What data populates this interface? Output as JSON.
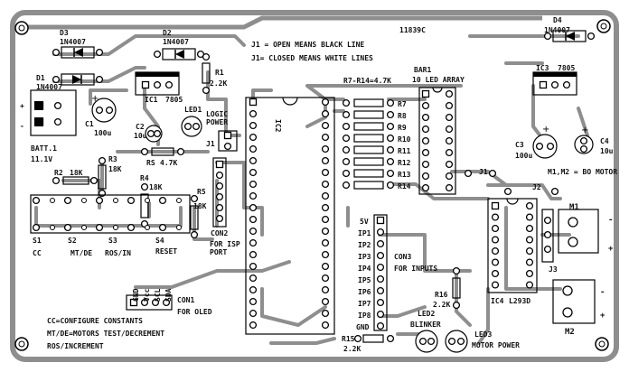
{
  "board": {
    "code": "11839C",
    "notes": [
      "J1 = OPEN MEANS BLACK LINE",
      "J1= CLOSED MEANS WHITE LINES"
    ],
    "legend": [
      "CC=CONFIGURE CONSTANTS",
      "MT/DE=MOTORS TEST/DECREMENT",
      "ROS/INCREMENT"
    ],
    "motor_note": "M1,M2 = BO MOTOR"
  },
  "diodes": {
    "d1": "D1",
    "d1_part": "1N4007",
    "d2": "D2",
    "d2_part": "1N4007",
    "d3": "D3",
    "d3_part": "1N4007",
    "d4": "D4",
    "d4_part": "1N4007"
  },
  "battery": {
    "name": "BATT.1",
    "voltage": "11.1V",
    "plus": "+",
    "minus": "-"
  },
  "regulators": {
    "ic1": "IC1",
    "ic1_part": "7805",
    "ic3": "IC3",
    "ic3_part": "7805"
  },
  "resistors": {
    "r1": "R1",
    "r1_val": "2.2K",
    "r2": "R2",
    "r2_val": "18K",
    "r3": "R3",
    "r3_val": "18K",
    "r4": "R4",
    "r4_val": "18K",
    "r5": "R5",
    "r5_val": "18K",
    "r_note": "R7-R14=4.7K",
    "rs": "RS",
    "rs_val": "4.7K",
    "r15": "R15",
    "r15_val": "2.2K",
    "r16": "R16",
    "r16_val": "2.2K",
    "array": [
      "R7",
      "R8",
      "R9",
      "R10",
      "R11",
      "R12",
      "R13",
      "R14"
    ]
  },
  "capacitors": {
    "c1": "C1",
    "c1_val": "100u",
    "c2": "C2",
    "c2_val": "10u",
    "c3": "C3",
    "c3_val": "100u",
    "c4": "C4",
    "c4_val": "10u"
  },
  "leds": {
    "led1": "LED1",
    "led1_label": "LOGIC POWER",
    "led2": "LED2",
    "led2_label": "BLINKER",
    "led3": "LED3",
    "led3_label": "MOTOR POWER"
  },
  "ics": {
    "ic2": "IC2",
    "ic4": "IC4",
    "ic4_part": "L293D"
  },
  "bar": {
    "name": "BAR1",
    "desc": "10 LED ARRAY"
  },
  "jumpers": {
    "j1": "J1",
    "j1b": "J1",
    "j2": "J2",
    "j3": "J3"
  },
  "connectors": {
    "con1": "CON1",
    "con1_desc": "FOR OLED",
    "con1_pins": [
      "GND",
      "Vcc",
      "SCL",
      "SDA"
    ],
    "con2": "CON2",
    "con2_desc": "FOR ISP PORT",
    "con3": "CON3",
    "con3_desc": "FOR INPUTS",
    "con3_pins": [
      "5V",
      "IP1",
      "IP2",
      "IP3",
      "IP4",
      "IP5",
      "IP6",
      "IP7",
      "IP8",
      "GND"
    ]
  },
  "switches": {
    "s1": "S1",
    "s1_label": "CC",
    "s2": "S2",
    "s2_label": "MT/DE",
    "s3": "S3",
    "s3_label": "ROS/IN",
    "s4": "S4",
    "s4_label": "RESET"
  },
  "motors": {
    "m1": "M1",
    "m2": "M2",
    "plus": "+",
    "minus": "-"
  }
}
